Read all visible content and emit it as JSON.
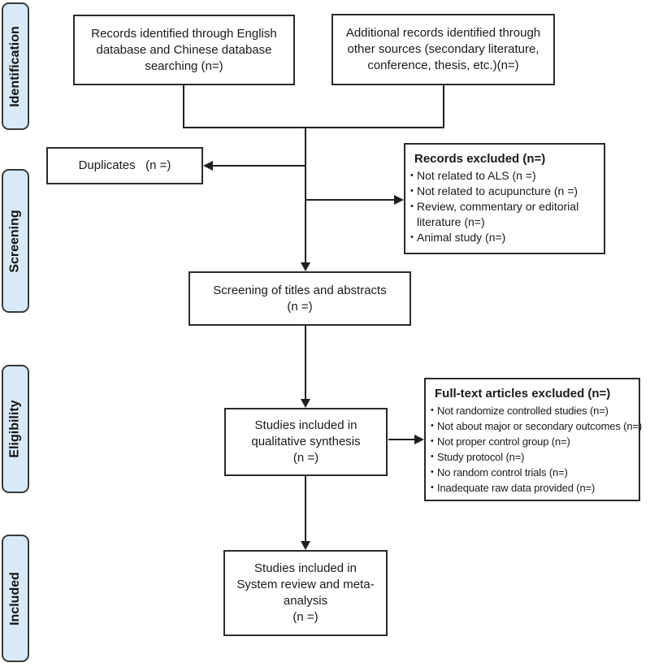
{
  "colors": {
    "stage_fill": "#d8eaf8",
    "stage_border": "#3a3a3a",
    "box_border": "#2b2b2b",
    "arrow": "#1f1f1f",
    "bg": "#ffffff"
  },
  "sidebar": {
    "stages": [
      {
        "label": "Identification"
      },
      {
        "label": "Screening"
      },
      {
        "label": "Eligibility"
      },
      {
        "label": "Included"
      }
    ]
  },
  "boxes": {
    "records": {
      "text": "Records identified through English\ndatabase and Chinese database\nsearching (n=)"
    },
    "additional": {
      "text": "Additional records identified through\nother sources (secondary literature,\nconference, thesis, etc.)(n=)"
    },
    "duplicates": {
      "text": "Duplicates   (n =)"
    },
    "screening": {
      "text": "Screening of titles and abstracts\n(n =)"
    },
    "qualitative": {
      "text": "Studies included in\nqualitative synthesis\n(n =)"
    },
    "final": {
      "text": "Studies included in\nSystem review and meta-\nanalysis\n(n =)"
    },
    "records_excluded": {
      "title": "Records excluded (n=)",
      "items": [
        "Not related to ALS (n =)",
        "Not related to acupuncture (n =)",
        "Review, commentary or editorial literature (n=)",
        "Animal study (n=)"
      ]
    },
    "fulltext_excluded": {
      "title": "Full-text articles excluded (n=)",
      "items": [
        "Not randomize controlled studies (n=)",
        "Not about major or secondary outcomes (n=)",
        "Not proper control group (n=)",
        "Study protocol (n=)",
        "No random control trials (n=)",
        "Inadequate raw data provided (n=)"
      ]
    }
  }
}
